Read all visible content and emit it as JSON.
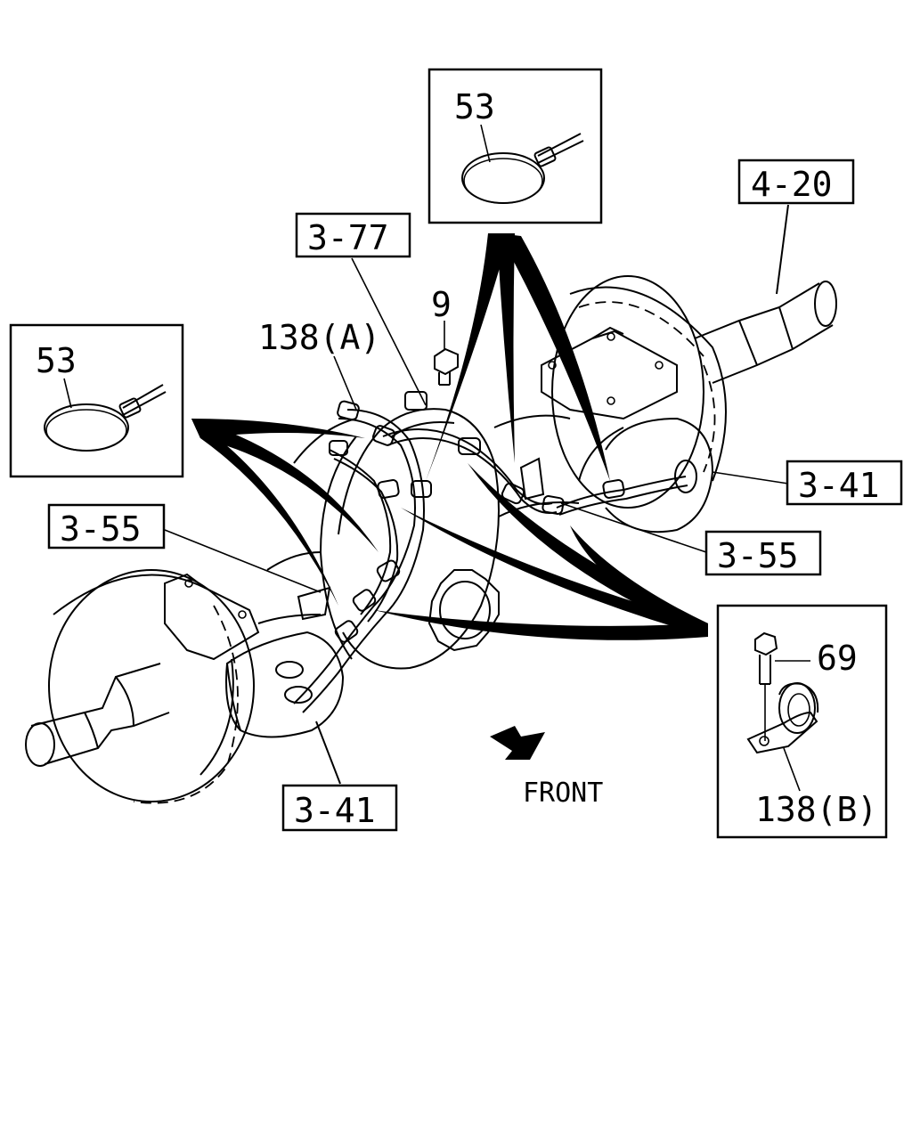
{
  "labels": {
    "part_4_20": "4-20",
    "part_3_77": "3-77",
    "part_3_41_right": "3-41",
    "part_3_41_left": "3-41",
    "part_3_55_left": "3-55",
    "part_3_55_right": "3-55",
    "part_9": "9",
    "part_138a": "138(A)",
    "part_53_top": "53",
    "part_53_left": "53",
    "part_69": "69",
    "part_138b": "138(B)",
    "front": "FRONT"
  }
}
